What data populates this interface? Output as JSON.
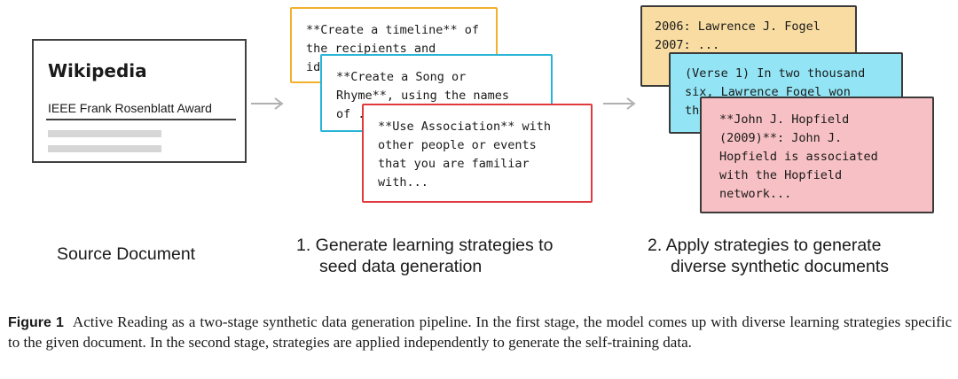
{
  "source": {
    "title": "Wikipedia",
    "subtitle": "IEEE Frank Rosenblatt Award",
    "caption": "Source Document"
  },
  "stage1": {
    "cards": [
      "**Create a timeline** of\nthe recipients and\nid...",
      "**Create a Song or\nRhyme**, using the names\nof ...",
      "**Use Association** with\nother people or events\nthat you are familiar\nwith..."
    ],
    "caption_line1": "1. Generate learning strategies to",
    "caption_line2": "seed data generation"
  },
  "stage2": {
    "cards": [
      "2006: Lawrence J. Fogel\n2007: ...",
      "(Verse 1) In two thousand\nsix, Lawrence Fogel won\nth...",
      "**John J. Hopfield\n(2009)**: John J.\nHopfield is associated\nwith the Hopfield\nnetwork..."
    ],
    "caption_line1": "2. Apply strategies to generate",
    "caption_line2": "diverse synthetic documents"
  },
  "figure": {
    "label": "Figure 1",
    "text": "Active Reading as a two-stage synthetic data generation pipeline. In the first stage, the model comes up with diverse learning strategies specific to the given document. In the second stage, strategies are applied independently to generate the self-training data."
  },
  "colors": {
    "arrow": "#b0b0b0",
    "strategy_borders": [
      "#f2b02e",
      "#27b4d6",
      "#e03a3e"
    ],
    "generated_fills": [
      "#f8dca2",
      "#93e5f5",
      "#f7c0c4"
    ]
  }
}
